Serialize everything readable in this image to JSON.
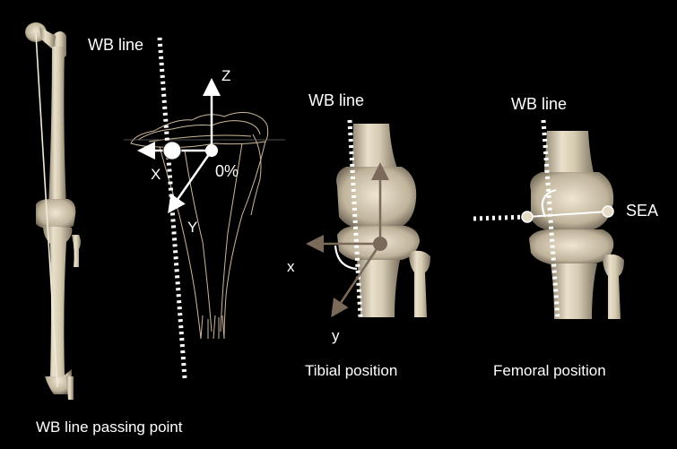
{
  "labels": {
    "wb_line_panel1": "WB line",
    "wb_line_panel2": "WB line",
    "wb_line_panel3": "WB line",
    "axis_z": "Z",
    "axis_x_upper": "X",
    "axis_y_upper": "Y",
    "origin_percent": "0%",
    "axis_x_lower": "x",
    "axis_y_lower": "y",
    "sea": "SEA",
    "caption_leg": "WB line passing point",
    "caption_tibial": "Tibial position",
    "caption_femoral": "Femoral position"
  },
  "colors": {
    "background": "#000000",
    "bone": "#e6dcc6",
    "bone_shadow": "#9c917c",
    "outline": "#cdb89a",
    "arrow_brown": "#7b6a5a",
    "text": "#ffffff"
  }
}
